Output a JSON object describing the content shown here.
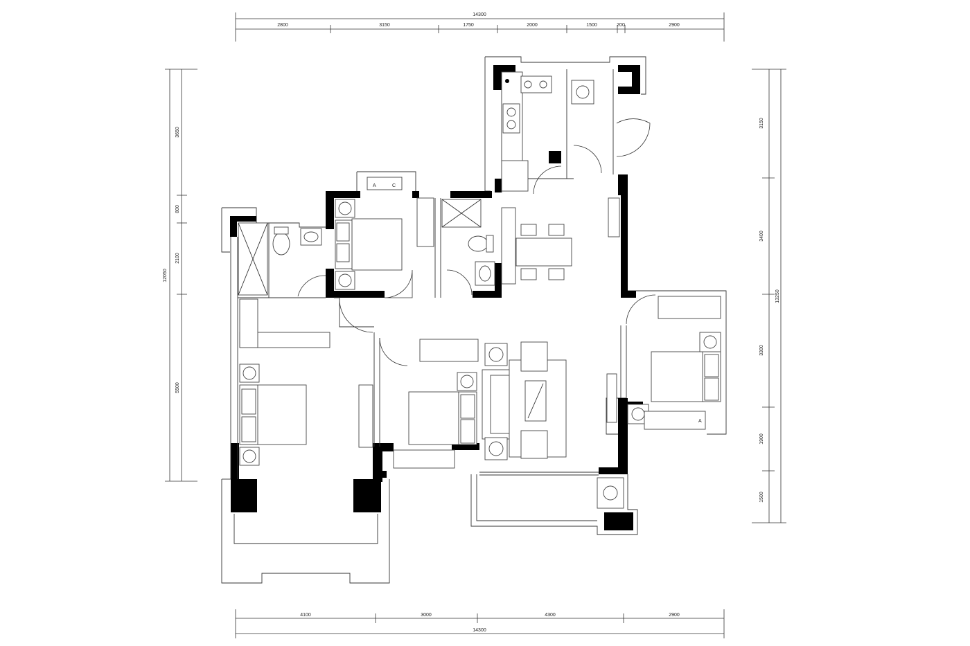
{
  "dimensions": {
    "top_total": "14300",
    "top_segments": [
      "2800",
      "3150",
      "1750",
      "2000",
      "1500",
      "200",
      "2900"
    ],
    "bottom_total": "14300",
    "bottom_segments": [
      "4100",
      "3000",
      "4300",
      "2900"
    ],
    "left_total": "12050",
    "left_segments": [
      "3650",
      "800",
      "2100",
      "5500"
    ],
    "right_total": "13250",
    "right_segments": [
      "3150",
      "3400",
      "3300",
      "1900",
      "1500"
    ]
  },
  "labels": {
    "ac_unit_a": "A",
    "ac_unit_c": "C"
  }
}
